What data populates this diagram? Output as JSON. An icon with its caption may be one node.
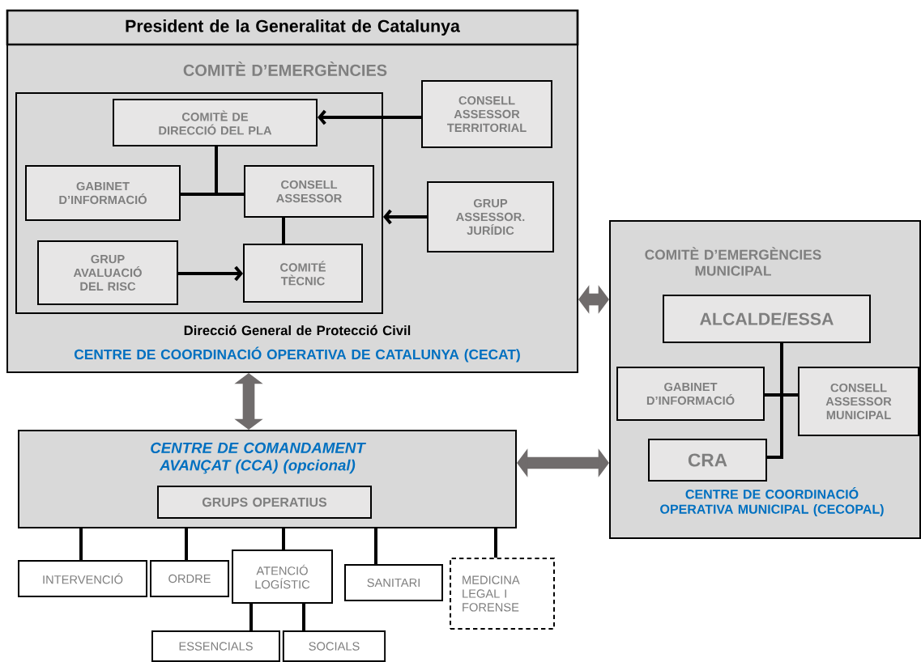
{
  "diagram": {
    "nodes": [
      {
        "text": [
          "COMITÈ D’EMERGÈNCIES",
          "Direcció General de Protecció Civil",
          "CENTRE DE COORDINACIÓ OPERATIVA DE CATALUNYA (CECAT)"
        ]
      },
      {
        "text": [
          "President de la Generalitat de Catalunya"
        ],
        "in": 0
      },
      {
        "text": [],
        "shape": "box",
        "in": 0
      },
      {
        "text": [
          "COMITÈ DE DIRECCIÓ DEL PLA"
        ],
        "in": 2
      },
      {
        "text": [
          "CONSELL ASSESSOR TERRITORIAL"
        ],
        "in": 0
      },
      {
        "text": [
          "GABINET D’INFORMACIÓ"
        ],
        "in": 2
      },
      {
        "text": [
          "CONSELL ASSESSOR"
        ],
        "in": 2
      },
      {
        "text": [
          "GRUP ASSESSOR. JURÍDIC"
        ],
        "in": 0
      },
      {
        "text": [
          "GRUP AVALUACIÓ DEL RISC"
        ],
        "in": 2
      },
      {
        "text": [
          "COMITÉ TÈCNIC"
        ],
        "in": 2
      },
      {
        "text": [
          "COMITÈ D’EMERGÈNCIES MUNICIPAL",
          "CENTRE DE COORDINACIÓ OPERATIVA MUNICIPAL (CECOPAL)"
        ]
      },
      {
        "text": [
          "ALCALDE/ESSA"
        ],
        "in": 10
      },
      {
        "text": [
          "GABINET D’INFORMACIÓ"
        ],
        "in": 10
      },
      {
        "text": [
          "CONSELL ASSESSOR MUNICIPAL"
        ],
        "in": 10
      },
      {
        "text": [
          "CRA"
        ],
        "in": 10
      },
      {
        "text": [
          "CENTRE DE COMANDAMENT AVANÇAT (CCA) (opcional)"
        ]
      },
      {
        "text": [
          "GRUPS OPERATIUS"
        ],
        "in": 15
      },
      {
        "text": [
          "INTERVENCIÓ"
        ]
      },
      {
        "text": [
          "ORDRE"
        ]
      },
      {
        "text": [
          "ATENCIÓ LOGÍSTIC"
        ]
      },
      {
        "text": [
          "SANITARI"
        ]
      },
      {
        "text": [
          "MEDICINA LEGAL I FORENSE"
        ]
      },
      {
        "text": [
          "ESSENCIALS"
        ]
      },
      {
        "text": [
          "SOCIALS"
        ]
      }
    ],
    "edges": [
      {
        "from": 4,
        "to": 3,
        "arrow": "to"
      },
      {
        "from": 7,
        "to": 2,
        "arrow": "to"
      },
      {
        "from": 8,
        "to": 9,
        "arrow": "to"
      },
      {
        "from": 3,
        "to": 5,
        "arrow": "none"
      },
      {
        "from": 3,
        "to": 6,
        "arrow": "none"
      },
      {
        "from": 6,
        "to": 9,
        "arrow": "none"
      },
      {
        "from": 0,
        "to": 10,
        "arrow": "both",
        "style": "thick",
        "color": "#706c6c"
      },
      {
        "from": 0,
        "to": 15,
        "arrow": "both",
        "style": "thick",
        "color": "#706c6c"
      },
      {
        "from": 15,
        "to": 10,
        "arrow": "both",
        "style": "thick",
        "color": "#706c6c"
      },
      {
        "from": 11,
        "to": 12,
        "arrow": "none"
      },
      {
        "from": 11,
        "to": 13,
        "arrow": "none"
      },
      {
        "from": 11,
        "to": 14,
        "arrow": "none"
      },
      {
        "from": 15,
        "to": 17,
        "arrow": "none"
      },
      {
        "from": 15,
        "to": 18,
        "arrow": "none"
      },
      {
        "from": 15,
        "to": 19,
        "arrow": "none"
      },
      {
        "from": 15,
        "to": 20,
        "arrow": "none"
      },
      {
        "from": 15,
        "to": 21,
        "arrow": "none"
      },
      {
        "from": 19,
        "to": 22,
        "arrow": "none"
      },
      {
        "from": 19,
        "to": 23,
        "arrow": "none"
      }
    ]
  }
}
